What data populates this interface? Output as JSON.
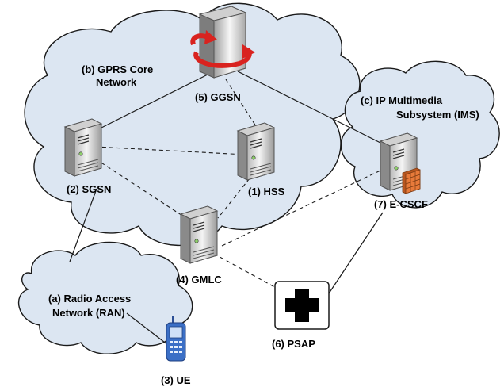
{
  "clouds": {
    "gprs": {
      "line1": "(b) GPRS Core",
      "line2": "Network"
    },
    "ims": {
      "line1": "(c) IP Multimedia",
      "line2": "Subsystem (IMS)"
    },
    "ran": {
      "line1": "(a) Radio Access",
      "line2": "Network (RAN)"
    }
  },
  "nodes": {
    "ggsn": "(5) GGSN",
    "sgsn": "(2) SGSN",
    "hss": "(1) HSS",
    "gmlc": "(4) GMLC",
    "ecscf": "(7) E-CSCF",
    "psap": "(6) PSAP",
    "ue": "(3) UE"
  },
  "colors": {
    "cloud_fill": "#dce6f2",
    "server_gray": "#e6e6e6",
    "ggsn_arrow": "#d9231f",
    "firewall": "#e87a3a",
    "phone_blue": "#3b6fc6"
  },
  "icons": {
    "ggsn": "router-server-icon",
    "servers": "tower-server-icon",
    "psap": "medical-cross-icon",
    "ue": "mobile-phone-icon",
    "ecscf_overlay": "firewall-icon"
  }
}
